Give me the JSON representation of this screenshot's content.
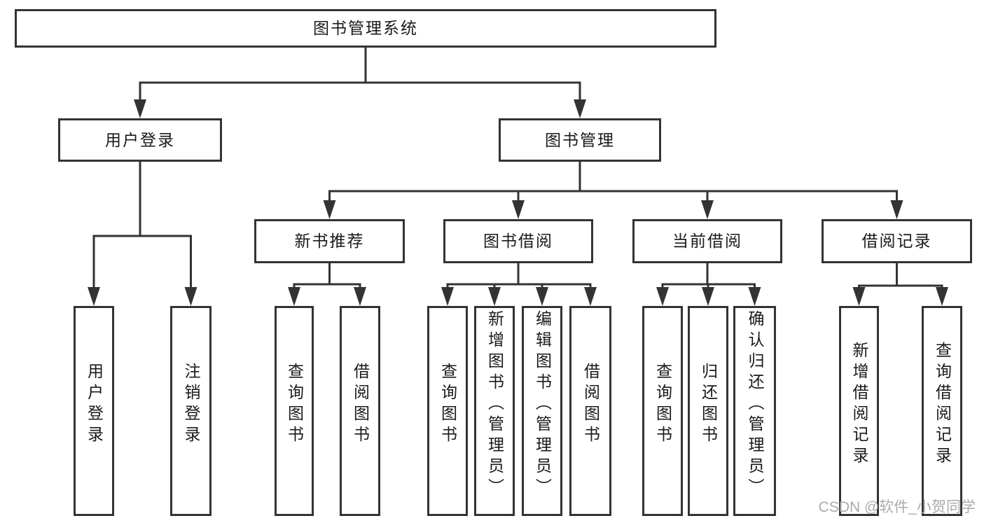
{
  "diagram": {
    "root": {
      "label": "图书管理系统"
    },
    "level2": [
      {
        "label": "用户登录",
        "children": [
          {
            "label": "用户登录"
          },
          {
            "label": "注销登录"
          }
        ]
      },
      {
        "label": "图书管理",
        "children": [
          {
            "label": "新书推荐",
            "children": [
              {
                "label": "查询图书"
              },
              {
                "label": "借阅图书"
              }
            ]
          },
          {
            "label": "图书借阅",
            "children": [
              {
                "label": "查询图书"
              },
              {
                "label": "新增图书（管理员）"
              },
              {
                "label": "编辑图书（管理员）"
              },
              {
                "label": "借阅图书"
              }
            ]
          },
          {
            "label": "当前借阅",
            "children": [
              {
                "label": "查询图书"
              },
              {
                "label": "归还图书"
              },
              {
                "label": "确认归还（管理员）"
              }
            ]
          },
          {
            "label": "借阅记录",
            "children": [
              {
                "label": "新增借阅记录"
              },
              {
                "label": "查询借阅记录"
              }
            ]
          }
        ]
      }
    ]
  },
  "watermark": {
    "text": "CSDN @软件_小贺同学"
  },
  "colors": {
    "line": "#333333",
    "box_border": "#333333",
    "text": "#1a1a1a",
    "background": "#ffffff",
    "watermark": "#ababab"
  }
}
